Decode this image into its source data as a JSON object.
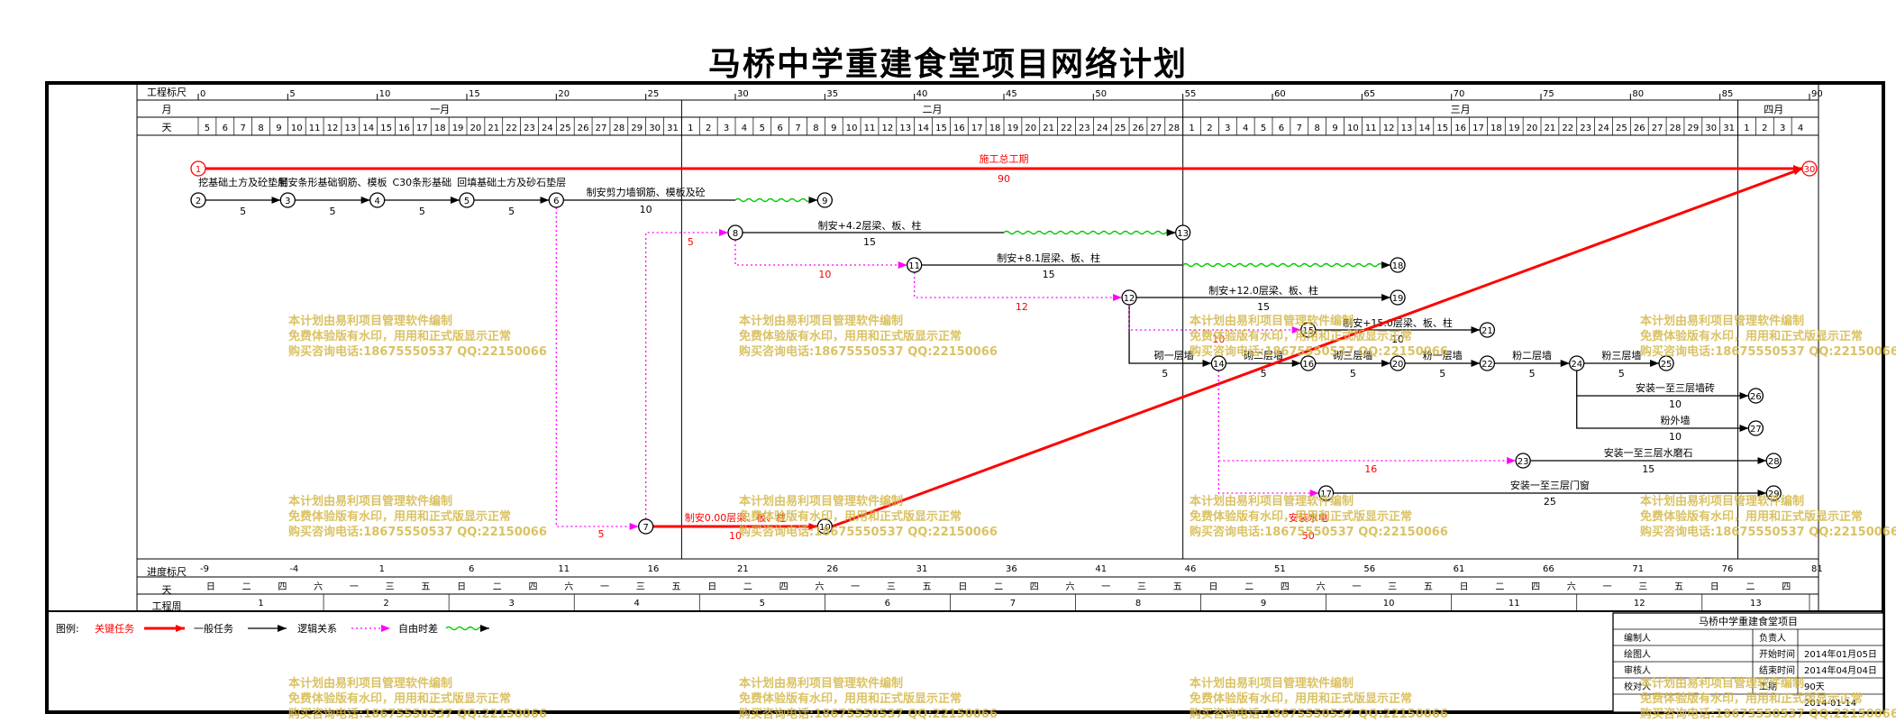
{
  "title": "马桥中学重建食堂项目网络计划",
  "header": {
    "row_scale": "工程标尺",
    "row_month": "月",
    "row_day": "天",
    "row_progress": "进度标尺",
    "row_day2": "天",
    "row_week": "工程周"
  },
  "scale_ticks": [
    "0",
    "5",
    "10",
    "15",
    "20",
    "25",
    "30",
    "35",
    "40",
    "45",
    "50",
    "55",
    "60",
    "65",
    "70",
    "75",
    "80",
    "85",
    "90"
  ],
  "progress_ticks": [
    "-9",
    "-4",
    "1",
    "6",
    "11",
    "16",
    "21",
    "26",
    "31",
    "36",
    "41",
    "46",
    "51",
    "56",
    "61",
    "66",
    "71",
    "76",
    "81"
  ],
  "months": [
    "一月",
    "二月",
    "三月",
    "四月"
  ],
  "weekday_cycle": [
    "日",
    "一",
    "二",
    "三",
    "四",
    "五",
    "六"
  ],
  "weeks": [
    "1",
    "2",
    "3",
    "4",
    "5",
    "6",
    "7",
    "8",
    "9",
    "10",
    "11",
    "12",
    "13"
  ],
  "nodes": [
    "1",
    "2",
    "3",
    "4",
    "5",
    "6",
    "7",
    "8",
    "9",
    "10",
    "11",
    "12",
    "13",
    "14",
    "15",
    "16",
    "17",
    "18",
    "19",
    "20",
    "21",
    "22",
    "23",
    "24",
    "25",
    "26",
    "27",
    "28",
    "29",
    "30"
  ],
  "tasks": [
    {
      "label": "施工总工期",
      "duration": "90"
    },
    {
      "label": "挖基础土方及砼垫层",
      "duration": "5"
    },
    {
      "label": "制安条形基础钢筋、模板",
      "duration": "5"
    },
    {
      "label": "C30条形基础",
      "duration": "5"
    },
    {
      "label": "回填基础土方及砂石垫层",
      "duration": "5"
    },
    {
      "label": "制安剪力墙钢筋、模板及砼",
      "duration": "10"
    },
    {
      "label": "制安+4.2层梁、板、柱",
      "duration": "15"
    },
    {
      "label": "制安+8.1层梁、板、柱",
      "duration": "15"
    },
    {
      "label": "制安+12.0层梁、板、柱",
      "duration": "15"
    },
    {
      "label": "制安+15.0层梁、板、柱",
      "duration": "10"
    },
    {
      "label": "砌一层墙",
      "duration": "5"
    },
    {
      "label": "砌二层墙",
      "duration": "5"
    },
    {
      "label": "砌三层墙",
      "duration": "5"
    },
    {
      "label": "粉一层墙",
      "duration": "5"
    },
    {
      "label": "粉二层墙",
      "duration": "5"
    },
    {
      "label": "粉三层墙",
      "duration": "5"
    },
    {
      "label": "安装一至三层墙砖",
      "duration": "10"
    },
    {
      "label": "粉外墙",
      "duration": "10"
    },
    {
      "label": "安装一至三层水磨石",
      "duration": "15"
    },
    {
      "label": "安装一至三层门窗",
      "duration": "25"
    },
    {
      "label": "制安0.00层梁、板、柱",
      "duration": "10"
    },
    {
      "label": "安装水电",
      "duration": "50"
    }
  ],
  "lags": [
    "5",
    "10",
    "12",
    "10",
    "16",
    "5"
  ],
  "legend": {
    "title": "图例:",
    "critical": "关键任务",
    "normal": "一般任务",
    "logic": "逻辑关系",
    "float": "自由时差"
  },
  "info_box": {
    "title": "马桥中学重建食堂项目",
    "rows": [
      {
        "k1": "编制人",
        "v1": "",
        "k2": "负责人",
        "v2": ""
      },
      {
        "k1": "绘图人",
        "v1": "",
        "k2": "开始时间",
        "v2": "2014年01月05日"
      },
      {
        "k1": "审核人",
        "v1": "",
        "k2": "结束时间",
        "v2": "2014年04月04日"
      },
      {
        "k1": "校对人",
        "v1": "",
        "k2": "工期",
        "v2": "90天"
      },
      {
        "k1": "",
        "v1": "",
        "k2": "",
        "v2": "2014-01-14"
      }
    ]
  },
  "watermark": [
    "本计划由易利项目管理软件编制",
    "免费体验版有水印，用用和正式版显示正常",
    "购买咨询电话:18675550537 QQ:22150066"
  ],
  "colors": {
    "critical": "#ff0000",
    "normal": "#000000",
    "logic": "#ff00ff",
    "float": "#00cc00",
    "watermark": "#d4b84a"
  }
}
